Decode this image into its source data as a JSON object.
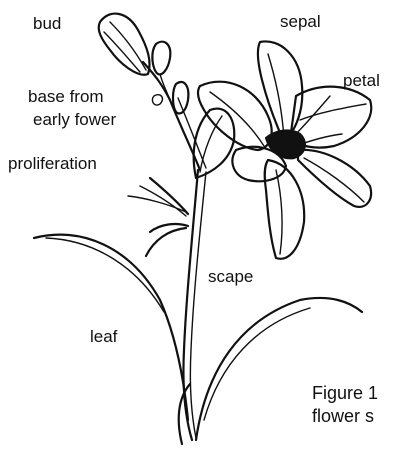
{
  "labels": {
    "bud": "bud",
    "sepal": "sepal",
    "petal": "petal",
    "base_line1": "base from",
    "base_line2": "early fower",
    "proliferation": "proliferation",
    "scape": "scape",
    "leaf": "leaf"
  },
  "caption": {
    "line1": "Figure 1",
    "line2": "flower s"
  }
}
